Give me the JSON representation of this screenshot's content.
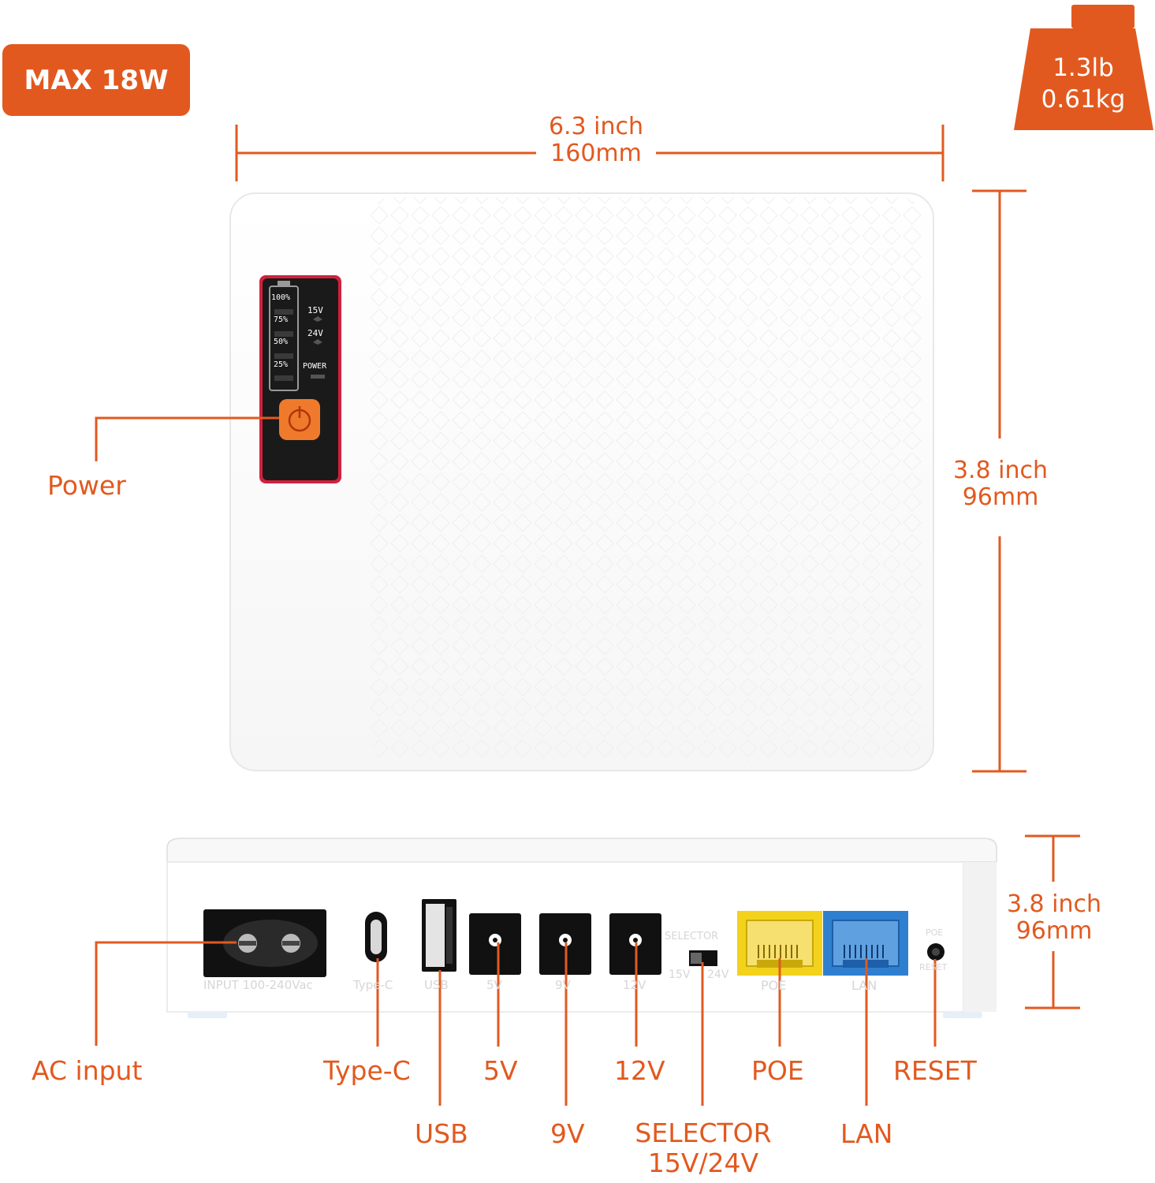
{
  "badge": {
    "text": "MAX 18W"
  },
  "weight": {
    "lb": "1.3lb",
    "kg": "0.61kg"
  },
  "dimensions": {
    "width_inch": "6.3 inch",
    "width_mm": "160mm",
    "height_inch": "3.8 inch",
    "height_mm": "96mm",
    "depth_inch": "3.8 inch",
    "depth_mm": "96mm"
  },
  "panel": {
    "levels": [
      "100%",
      "75%",
      "50%",
      "25%"
    ],
    "v15": "15V",
    "v24": "24V",
    "power": "POWER"
  },
  "port_print": {
    "input": "INPUT 100-240Vac",
    "typec": "Type-C",
    "usb": "USB",
    "p5": "5V",
    "p9": "9V",
    "p12": "12V",
    "selector": "SELECTOR",
    "sel15": "15V",
    "sel24": "24V",
    "poe": "POE",
    "lan": "LAN",
    "poe_small": "POE",
    "reset_small": "RESET"
  },
  "callouts": {
    "power": "Power",
    "ac_input": "AC input",
    "type_c": "Type-C",
    "usb": "USB",
    "v5": "5V",
    "v9": "9V",
    "v12": "12V",
    "selector": "SELECTOR",
    "selector_values": "15V/24V",
    "poe": "POE",
    "lan": "LAN",
    "reset": "RESET"
  },
  "colors": {
    "accent": "#e2591f",
    "poe_port": "#f2d21b",
    "lan_port": "#2f7fd0",
    "panel_border": "#d0213e"
  }
}
